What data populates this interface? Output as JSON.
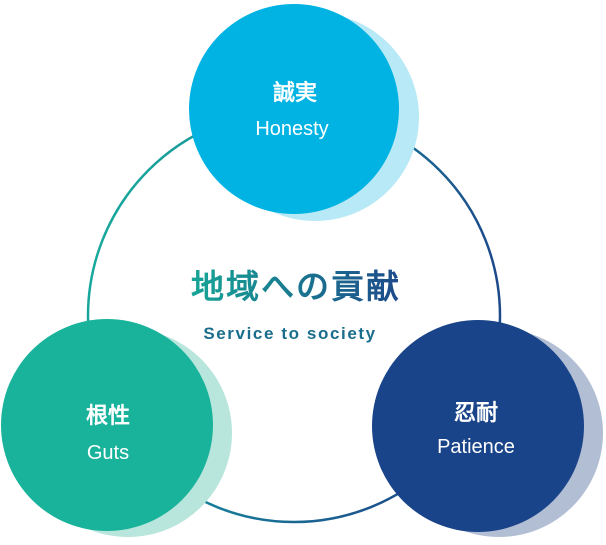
{
  "center": {
    "title": "地域への貢献",
    "subtitle": "Service to society"
  },
  "nodes": {
    "honesty": {
      "title": "誠実",
      "subtitle": "Honesty"
    },
    "guts": {
      "title": "根性",
      "subtitle": "Guts"
    },
    "patience": {
      "title": "忍耐",
      "subtitle": "Patience"
    }
  },
  "colors": {
    "honesty": "#00b3e3",
    "honesty_shadow": "#b8e9f6",
    "guts": "#19b39c",
    "guts_shadow": "#b9e6dc",
    "patience": "#1a4489",
    "patience_shadow": "#b1bed3",
    "center_title_from": "#17a596",
    "center_title_to": "#1d4a8a",
    "center_subtitle": "#1a6d8c"
  }
}
